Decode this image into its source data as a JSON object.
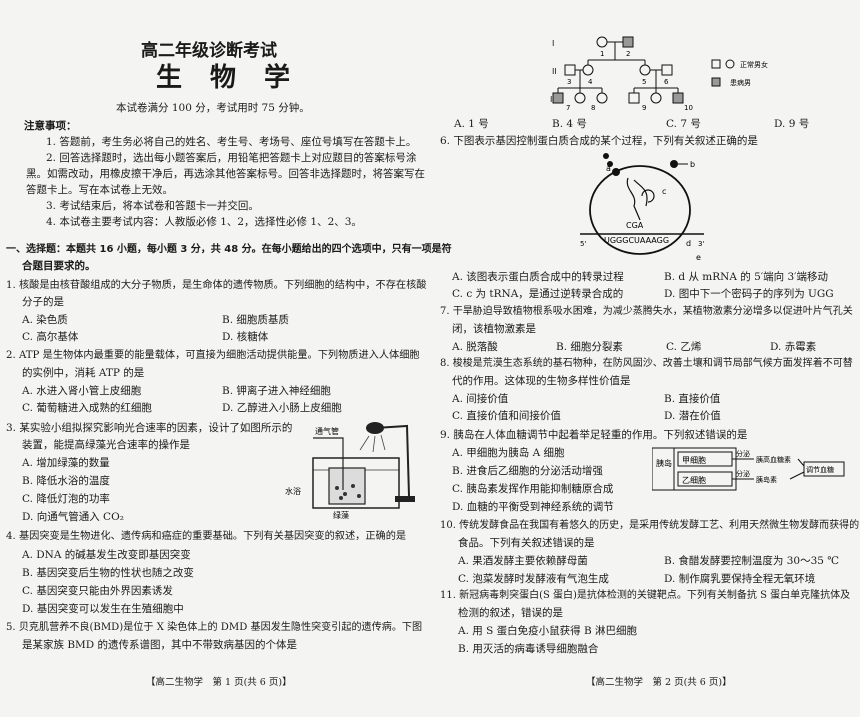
{
  "left": {
    "title1": "高二年级诊断考试",
    "title2": "生物学",
    "score_line": "本试卷满分 100 分，考试用时 75 分钟。",
    "notice_head": "注意事项：",
    "notices": [
      "1. 答题前，考生务必将自己的姓名、考生号、考场号、座位号填写在答题卡上。",
      "2. 回答选择题时，选出每小题答案后，用铅笔把答题卡上对应题目的答案标号涂",
      "黑。如需改动，用橡皮擦干净后，再选涂其他答案标号。回答非选择题时，将答案写在",
      "答题卡上。写在本试卷上无效。",
      "3. 考试结束后，将本试卷和答题卡一并交回。",
      "4. 本试卷主要考试内容：人教版必修 1、2，选择性必修 1、2、3。"
    ],
    "section1": [
      "一、选择题：本题共 16 小题，每小题 3 分，共 48 分。在每小题给出的四个选项中，只有一项是符",
      "合题目要求的。"
    ],
    "q1": {
      "stem": [
        "1. 核酸是由核苷酸组成的大分子物质，是生命体的遗传物质。下列细胞的结构中，不存在核酸",
        "分子的是"
      ],
      "options": [
        "A. 染色质",
        "B. 细胞质基质",
        "C. 高尔基体",
        "D. 核糖体"
      ]
    },
    "q2": {
      "stem": [
        "2. ATP 是生物体内最重要的能量载体，可直接为细胞活动提供能量。下列物质进入人体细胞",
        "的实例中，消耗 ATP 的是"
      ],
      "options": [
        "A. 水进入肾小管上皮细胞",
        "B. 钾离子进入神经细胞",
        "C. 葡萄糖进入成熟的红细胞",
        "D. 乙醇进入小肠上皮细胞"
      ]
    },
    "q3": {
      "stem": [
        "3. 某实验小组拟探究影响光合速率的因素，设计了如图所示的",
        "装置，能提高绿藻光合速率的操作是"
      ],
      "options": [
        "A. 增加绿藻的数量",
        "B. 降低水浴的温度",
        "C. 降低灯泡的功率",
        "D. 向通气管通入 CO₂"
      ],
      "fig_labels": {
        "tube": "通气管",
        "water": "水浴",
        "algae": "绿藻"
      }
    },
    "q4": {
      "stem": [
        "4. 基因突变是生物进化、遗传病和癌症的重要基础。下列有关基因突变的叙述，正确的是"
      ],
      "options": [
        "A. DNA 的碱基发生改变即基因突变",
        "B. 基因突变后生物的性状也随之改变",
        "C. 基因突变只能由外界因素诱发",
        "D. 基因突变可以发生在生殖细胞中"
      ]
    },
    "q5": {
      "stem": [
        "5. 贝克肌营养不良(BMD)是位于 X 染色体上的 DMD 基因发生隐性突变引起的遗传病。下图",
        "是某家族 BMD 的遗传系谱图，其中不带致病基因的个体是"
      ]
    },
    "footer": "【高二生物学　第 1 页(共 6 页)】"
  },
  "right": {
    "pedigree": {
      "generations": [
        "I",
        "II",
        "III"
      ],
      "nums": [
        "1",
        "2",
        "3",
        "4",
        "5",
        "6",
        "7",
        "8",
        "9",
        "10"
      ],
      "legend_normal": "正常男女",
      "legend_affected": "患病男"
    },
    "q5_options": [
      "A. 1 号",
      "B. 4 号",
      "C. 7 号",
      "D. 9 号"
    ],
    "q6": {
      "stem": [
        "6. 下图表示基因控制蛋白质合成的某个过程，下列有关叙述正确的是"
      ],
      "fig_labels": {
        "a": "a",
        "b": "b",
        "c": "c",
        "d": "d",
        "e": "e",
        "anticodon": "CGA",
        "mrna": "UGGGCUAAAGG",
        "p5": "5'",
        "p3": "3'"
      },
      "options": [
        "A. 该图表示蛋白质合成中的转录过程",
        "B. d 从 mRNA 的 5′端向 3′端移动",
        "C. c 为 tRNA，是通过逆转录合成的",
        "D. 图中下一个密码子的序列为 UGG"
      ]
    },
    "q7": {
      "stem": [
        "7. 干旱胁迫导致植物根系吸水困难，为减少蒸腾失水，某植物激素分泌增多以促进叶片气孔关",
        "闭，该植物激素是"
      ],
      "options": [
        "A. 脱落酸",
        "B. 细胞分裂素",
        "C. 乙烯",
        "D. 赤霉素"
      ]
    },
    "q8": {
      "stem": [
        "8. 梭梭是荒漠生态系统的基石物种，在防风固沙、改善土壤和调节局部气候方面发挥着不可替",
        "代的作用。这体现的生物多样性价值是"
      ],
      "options": [
        "A. 间接价值",
        "B. 直接价值",
        "C. 直接价值和间接价值",
        "D. 潜在价值"
      ]
    },
    "q9": {
      "stem": [
        "9. 胰岛在人体血糖调节中起着举足轻重的作用。下列叙述错误的是"
      ],
      "options": [
        "A. 甲细胞为胰岛 A 细胞",
        "B. 进食后乙细胞的分泌活动增强",
        "C. 胰岛素发挥作用能抑制糖原合成",
        "D. 血糖的平衡受到神经系统的调节"
      ],
      "fig_labels": {
        "islet": "胰岛",
        "cell_a": "甲细胞",
        "cell_b": "乙细胞",
        "secrete1": "分泌",
        "secrete2": "分泌",
        "glucagon": "胰高血糖素",
        "insulin": "胰岛素",
        "target": "调节血糖"
      }
    },
    "q10": {
      "stem": [
        "10. 传统发酵食品在我国有着悠久的历史，是采用传统发酵工艺、利用天然微生物发酵而获得的",
        "食品。下列有关叙述错误的是"
      ],
      "options": [
        "A. 果酒发酵主要依赖酵母菌",
        "B. 食醋发酵要控制温度为 30～35 ℃",
        "C. 泡菜发酵时发酵液有气泡生成",
        "D. 制作腐乳要保持全程无氧环境"
      ]
    },
    "q11": {
      "stem": [
        "11. 新冠病毒刺突蛋白(S 蛋白)是抗体检测的关键靶点。下列有关制备抗 S 蛋白单克隆抗体及",
        "检测的叙述，错误的是"
      ],
      "options": [
        "A. 用 S 蛋白免疫小鼠获得 B 淋巴细胞",
        "B. 用灭活的病毒诱导细胞融合"
      ]
    },
    "footer": "【高二生物学　第 2 页(共 6 页)】"
  }
}
